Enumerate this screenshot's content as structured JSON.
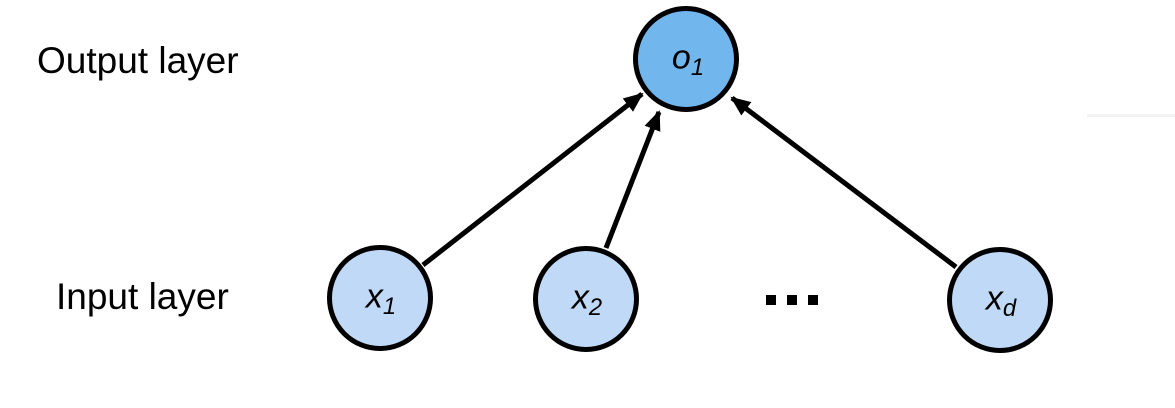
{
  "diagram": {
    "labels": {
      "output_layer": "Output layer",
      "input_layer": "Input layer"
    },
    "nodes": {
      "o1": {
        "base": "o",
        "sub": "1",
        "layer": "output"
      },
      "x1": {
        "base": "x",
        "sub": "1",
        "layer": "input"
      },
      "x2": {
        "base": "x",
        "sub": "2",
        "layer": "input"
      },
      "xd": {
        "base": "x",
        "sub": "d",
        "layer": "input"
      }
    },
    "ellipsis": "...",
    "edges": [
      {
        "from": "x1",
        "to": "o1"
      },
      {
        "from": "x2",
        "to": "o1"
      },
      {
        "from": "xd",
        "to": "o1"
      }
    ],
    "colors": {
      "output_node_fill": "#72b6ee",
      "input_node_fill": "#c0d9f7",
      "stroke": "#000000",
      "arrow": "#000000",
      "background": "#ffffff"
    }
  }
}
